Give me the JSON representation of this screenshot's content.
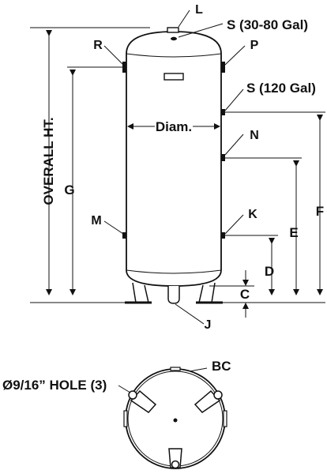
{
  "labels": {
    "L": "L",
    "S_small": "S (30-80 Gal)",
    "R": "R",
    "P": "P",
    "S_large": "S (120 Gal)",
    "diam": "Diam.",
    "N": "N",
    "overall_ht": "OVERALL HT.",
    "G": "G",
    "F": "F",
    "E": "E",
    "M": "M",
    "K": "K",
    "D": "D",
    "C": "C",
    "J": "J",
    "BC": "BC",
    "hole": "Ø9/16” HOLE (3)"
  },
  "colors": {
    "line": "#111111",
    "fill": "#ffffff"
  }
}
